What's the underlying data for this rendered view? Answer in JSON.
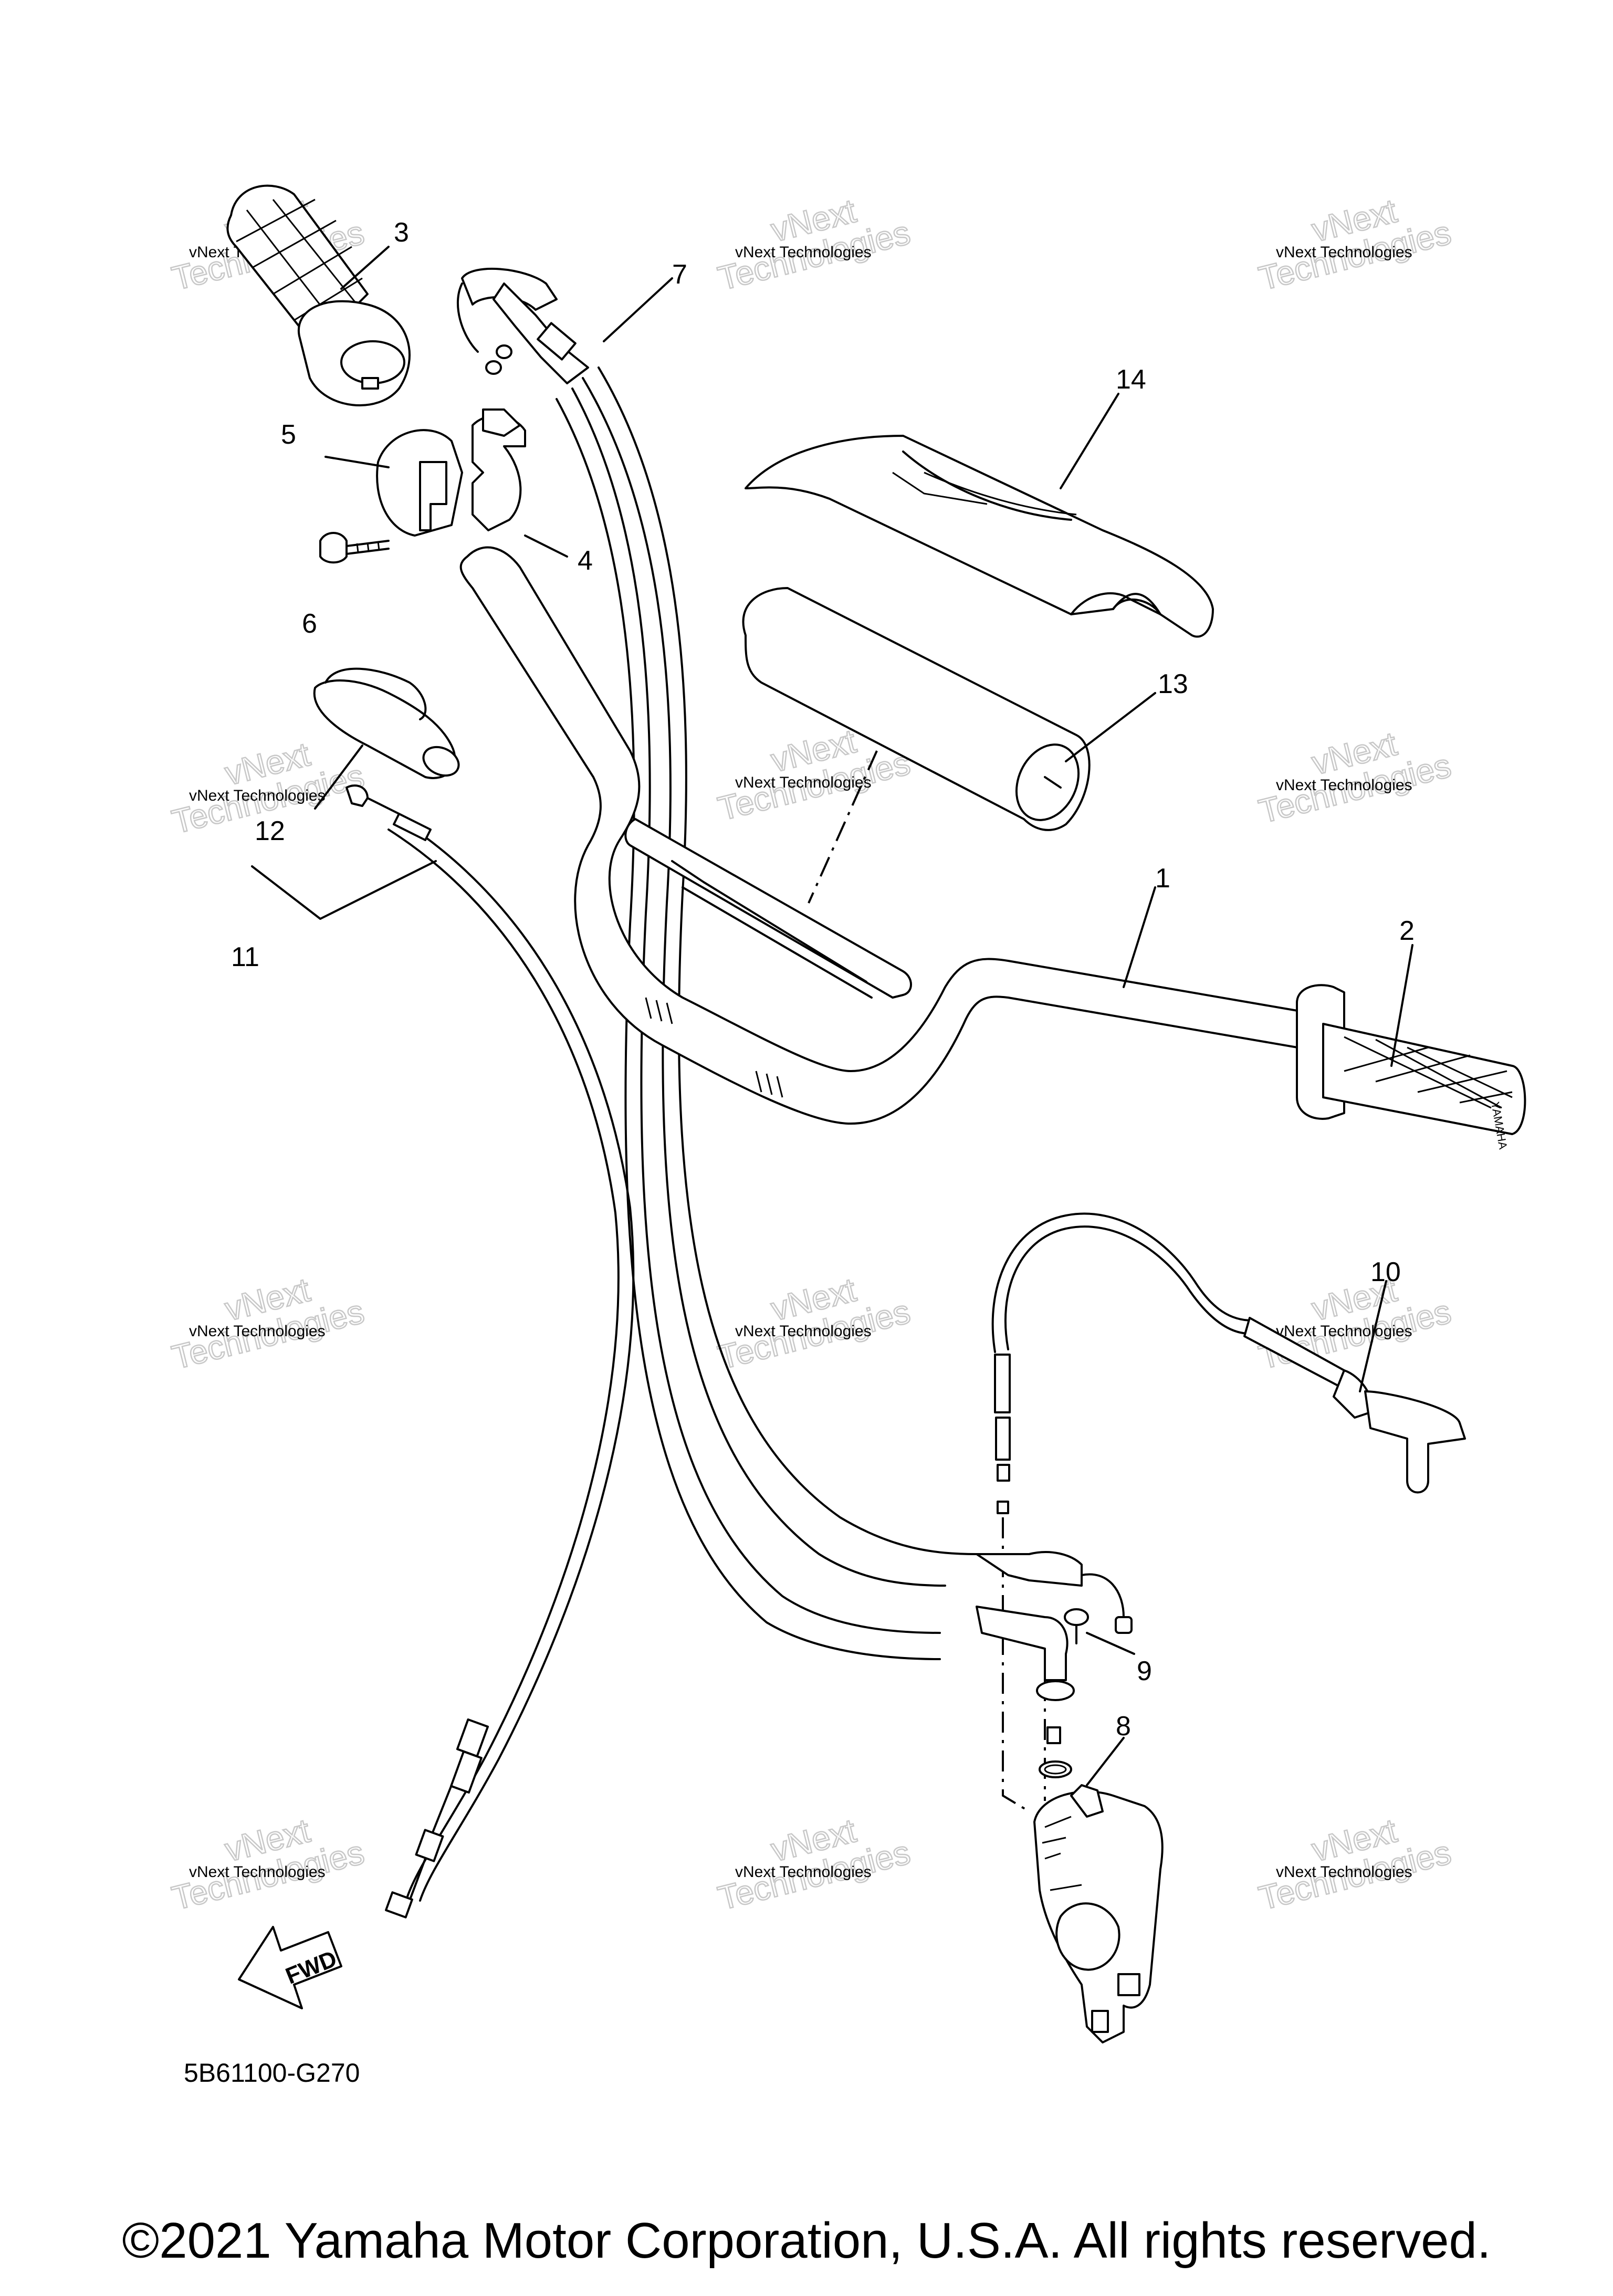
{
  "callouts": [
    {
      "num": "1",
      "part": "handlebar"
    },
    {
      "num": "2",
      "part": "right-grip"
    },
    {
      "num": "3",
      "part": "throttle-grip"
    },
    {
      "num": "4",
      "part": "throttle-housing-upper"
    },
    {
      "num": "5",
      "part": "throttle-housing-lower"
    },
    {
      "num": "6",
      "part": "screw"
    },
    {
      "num": "7",
      "part": "throttle-cable"
    },
    {
      "num": "8",
      "part": "o-ring"
    },
    {
      "num": "9",
      "part": "screw"
    },
    {
      "num": "10",
      "part": "starter-cable"
    },
    {
      "num": "11",
      "part": "clutch-cable"
    },
    {
      "num": "12",
      "part": "hot-start-lever"
    },
    {
      "num": "13",
      "part": "handlebar-pad"
    },
    {
      "num": "14",
      "part": "pad-cover"
    }
  ],
  "watermark": {
    "line1": "vNext Technologies",
    "line2": "vNext",
    "line3": "Technologies"
  },
  "direction_label": "FWD",
  "diagram_code": "5B61100-G270",
  "copyright": "©2021 Yamaha Motor Corporation, U.S.A. All rights reserved."
}
